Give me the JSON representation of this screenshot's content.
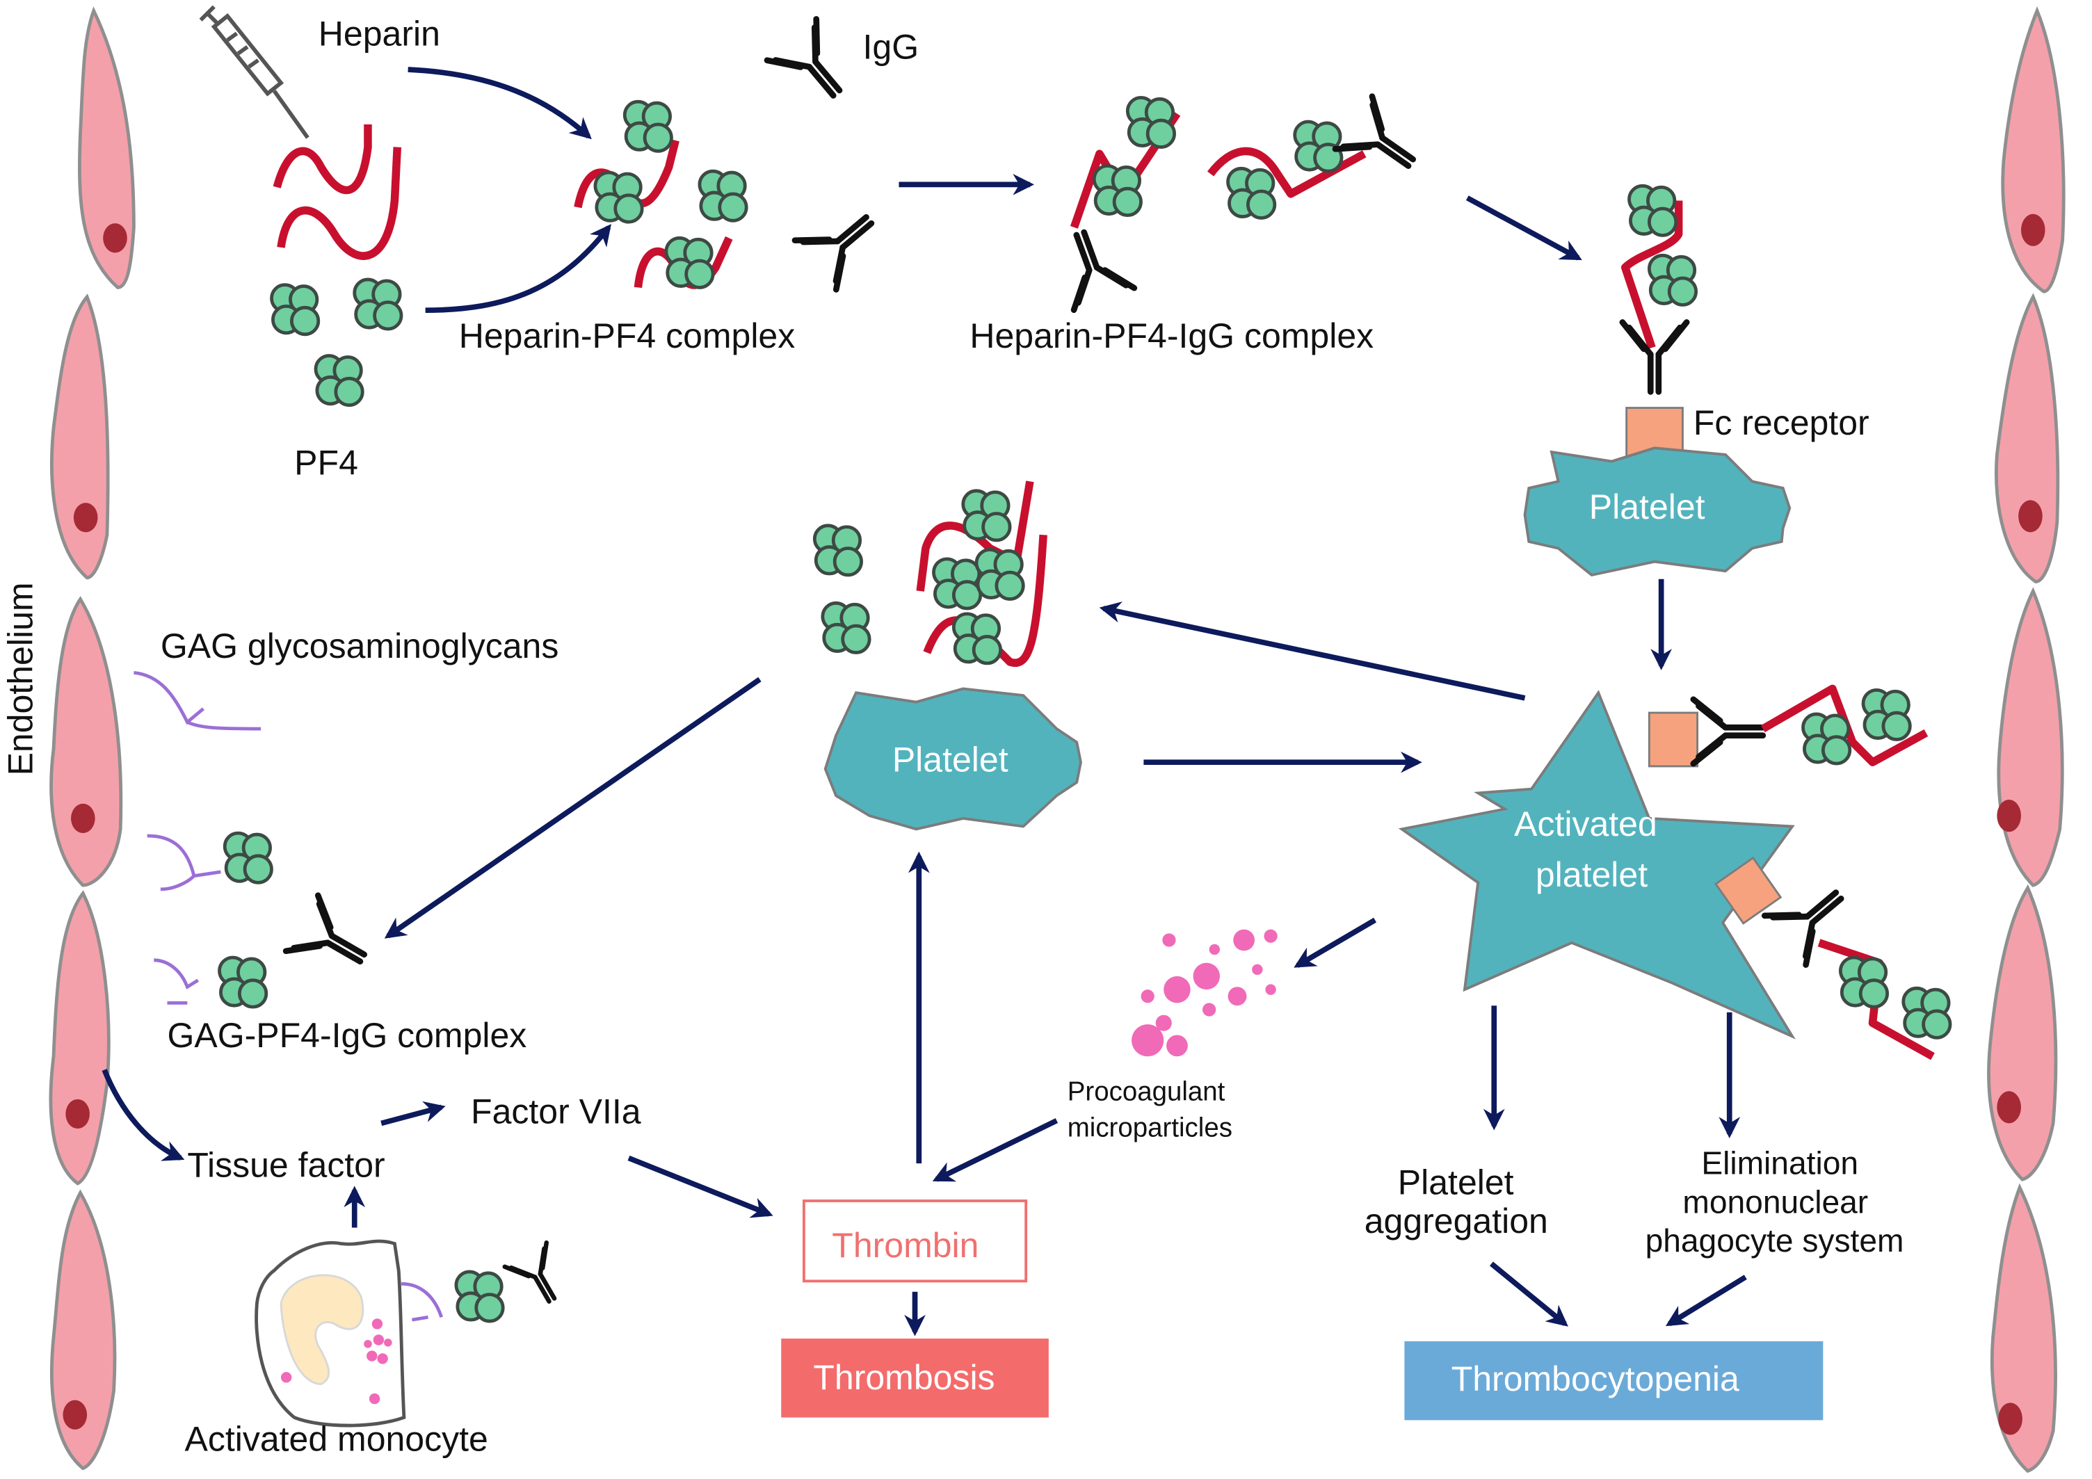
{
  "labels": {
    "heparin": "Heparin",
    "igg": "IgG",
    "pf4": "PF4",
    "heparin_pf4_complex": "Heparin-PF4 complex",
    "heparin_pf4_igg_complex": "Heparin-PF4-IgG complex",
    "fc_receptor": "Fc receptor",
    "platelet_top": "Platelet",
    "platelet_center": "Platelet",
    "activated_platelet_line1": "Activated",
    "activated_platelet_line2": "platelet",
    "endothelium": "Endothelium",
    "gag": "GAG glycosaminoglycans",
    "gag_pf4_igg_complex": "GAG-PF4-IgG complex",
    "factor_viia": "Factor VIIa",
    "tissue_factor": "Tissue factor",
    "activated_monocyte": "Activated monocyte",
    "procoagulant_line1": "Procoagulant",
    "procoagulant_line2": "microparticles",
    "thrombin": "Thrombin",
    "thrombosis": "Thrombosis",
    "platelet_aggregation_line1": "Platelet",
    "platelet_aggregation_line2": "aggregation",
    "elimination_line1": "Elimination",
    "elimination_line2": "mononuclear",
    "elimination_line3": "phagocyte system",
    "thrombocytopenia": "Thrombocytopenia"
  },
  "colors": {
    "arrow": "#0d1a5c",
    "heparin": "#c8102e",
    "pf4": "#6fcf9f",
    "platelet": "#52b3bd",
    "fc_receptor": "#f7a27e",
    "endothelial_cell": "#f4a0aa",
    "nucleus": "#a52a35",
    "gag": "#9b6fd6",
    "microparticle": "#f06ab8",
    "thrombin_outline": "#f07070",
    "thrombosis_fill": "#f46b6b",
    "thrombocytopenia_fill": "#6aaad9"
  },
  "icons": {
    "syringe": "syringe-icon",
    "antibody": "igg-antibody-icon",
    "pf4_tetramer": "pf4-tetramer-icon",
    "heparin_chain": "heparin-chain-icon",
    "monocyte": "monocyte-icon"
  }
}
